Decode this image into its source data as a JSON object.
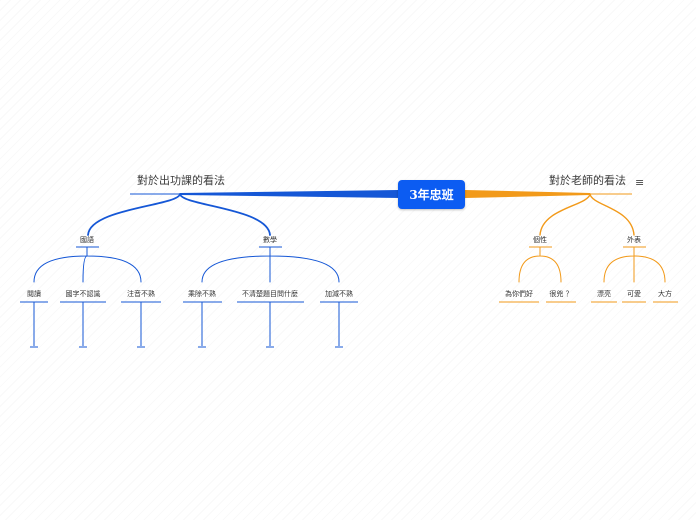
{
  "central": {
    "label": "3年忠班",
    "color": "#0c5cf2"
  },
  "colors": {
    "left": "#1557d6",
    "right": "#f29a1a"
  },
  "branches": [
    {
      "id": "left",
      "label": "對於出功課的看法",
      "children": [
        {
          "label": "國語",
          "children": [
            "閱讀",
            "國字不認識",
            "注音不熟"
          ]
        },
        {
          "label": "數學",
          "children": [
            "乘除不熟",
            "不清楚題目問什麼",
            "加減不熟"
          ]
        }
      ]
    },
    {
      "id": "right",
      "label": "對於老師的看法",
      "menu_icon": "menu-icon",
      "children": [
        {
          "label": "個性",
          "children": [
            "為你們好",
            "很兇 ？"
          ]
        },
        {
          "label": "外表",
          "children": [
            "漂亮",
            "可愛",
            "大方"
          ]
        }
      ]
    }
  ]
}
